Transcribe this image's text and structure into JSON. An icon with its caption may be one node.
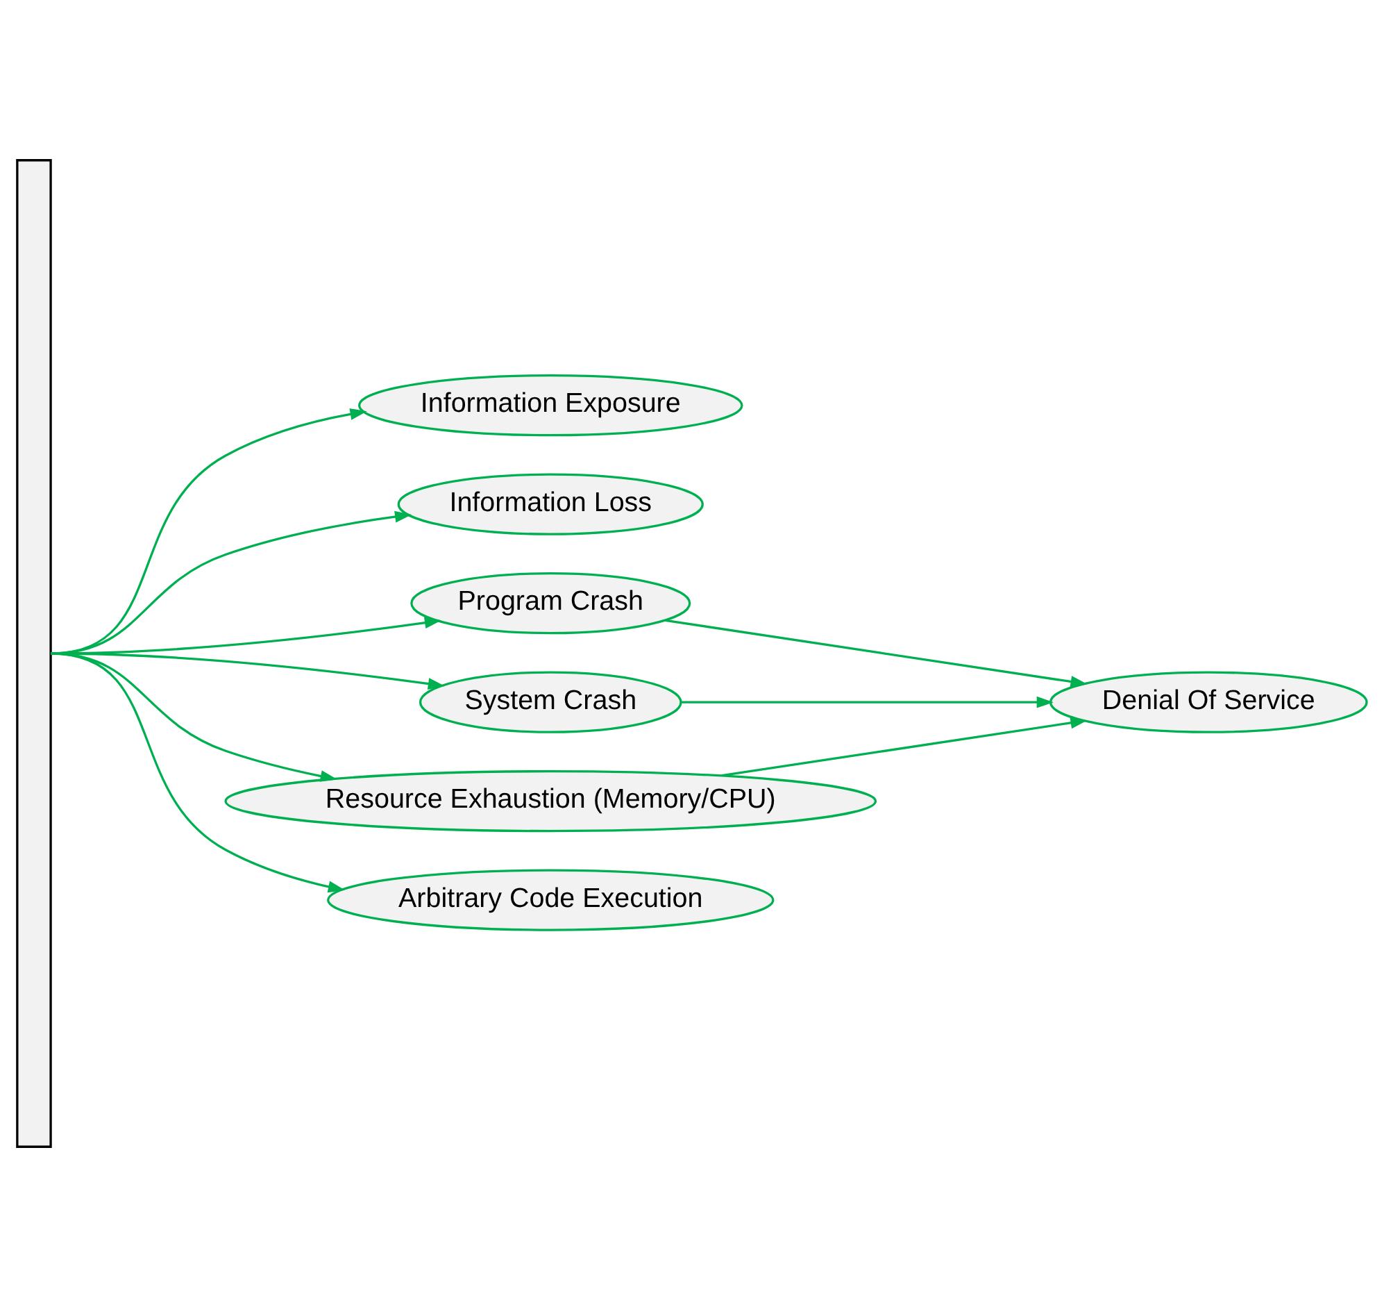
{
  "diagram": {
    "nodes": [
      {
        "text": [],
        "shape": "box"
      },
      {
        "text": [
          "Information Exposure"
        ]
      },
      {
        "text": [
          "Information Loss"
        ]
      },
      {
        "text": [
          "Program Crash"
        ]
      },
      {
        "text": [
          "System Crash"
        ]
      },
      {
        "text": [
          "Resource Exhaustion (Memory/CPU)"
        ]
      },
      {
        "text": [
          "Arbitrary Code Execution"
        ]
      },
      {
        "text": [
          "Denial Of Service"
        ]
      }
    ],
    "edges": [
      {
        "from": 0,
        "to": 1,
        "arrow": "to"
      },
      {
        "from": 0,
        "to": 2,
        "arrow": "to"
      },
      {
        "from": 0,
        "to": 3,
        "arrow": "to"
      },
      {
        "from": 0,
        "to": 4,
        "arrow": "to"
      },
      {
        "from": 0,
        "to": 5,
        "arrow": "to"
      },
      {
        "from": 0,
        "to": 6,
        "arrow": "to"
      },
      {
        "from": 3,
        "to": 7,
        "arrow": "to"
      },
      {
        "from": 4,
        "to": 7,
        "arrow": "to"
      },
      {
        "from": 5,
        "to": 7,
        "arrow": "to"
      }
    ]
  }
}
